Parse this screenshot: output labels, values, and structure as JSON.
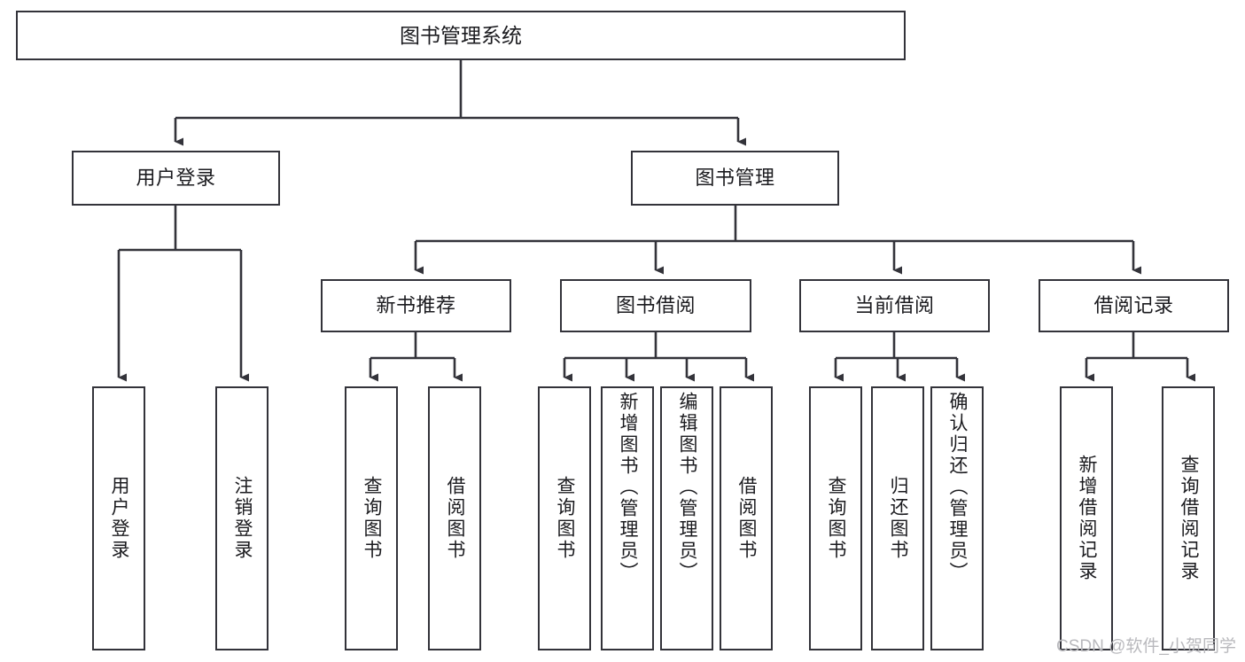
{
  "diagram": {
    "title": "图书管理系统",
    "type": "tree-hierarchy",
    "watermark": "CSDN @软件_小贺同学",
    "colors": {
      "box_border": "#33333a",
      "box_fill": "#ffffff",
      "connector": "#33333a",
      "text": "#1b1b1f",
      "watermark": "#b9b9bd",
      "background": "#ffffff"
    },
    "nodes": {
      "root": {
        "label": "图书管理系统"
      },
      "level2": [
        {
          "id": "user-login",
          "label": "用户登录"
        },
        {
          "id": "book-manage",
          "label": "图书管理"
        }
      ],
      "level3": [
        {
          "id": "new-book-recommend",
          "label": "新书推荐"
        },
        {
          "id": "book-borrow",
          "label": "图书借阅"
        },
        {
          "id": "current-borrow",
          "label": "当前借阅"
        },
        {
          "id": "borrow-record",
          "label": "借阅记录"
        }
      ],
      "leaves": {
        "user-login": [
          {
            "id": "leaf-user-login",
            "label": "用户登录"
          },
          {
            "id": "leaf-logout-login",
            "label": "注销登录"
          }
        ],
        "new-book-recommend": [
          {
            "id": "leaf-query-book-1",
            "label": "查询图书"
          },
          {
            "id": "leaf-borrow-book-1",
            "label": "借阅图书"
          }
        ],
        "book-borrow": [
          {
            "id": "leaf-query-book-2",
            "label": "查询图书"
          },
          {
            "id": "leaf-add-book",
            "label": "新增图书（管理员）"
          },
          {
            "id": "leaf-edit-book",
            "label": "编辑图书（管理员）"
          },
          {
            "id": "leaf-borrow-book-2",
            "label": "借阅图书"
          }
        ],
        "current-borrow": [
          {
            "id": "leaf-query-book-3",
            "label": "查询图书"
          },
          {
            "id": "leaf-return-book",
            "label": "归还图书"
          },
          {
            "id": "leaf-confirm-return",
            "label": "确认归还（管理员）"
          }
        ],
        "borrow-record": [
          {
            "id": "leaf-add-record",
            "label": "新增借阅记录"
          },
          {
            "id": "leaf-query-record",
            "label": "查询借阅记录"
          }
        ]
      }
    }
  }
}
